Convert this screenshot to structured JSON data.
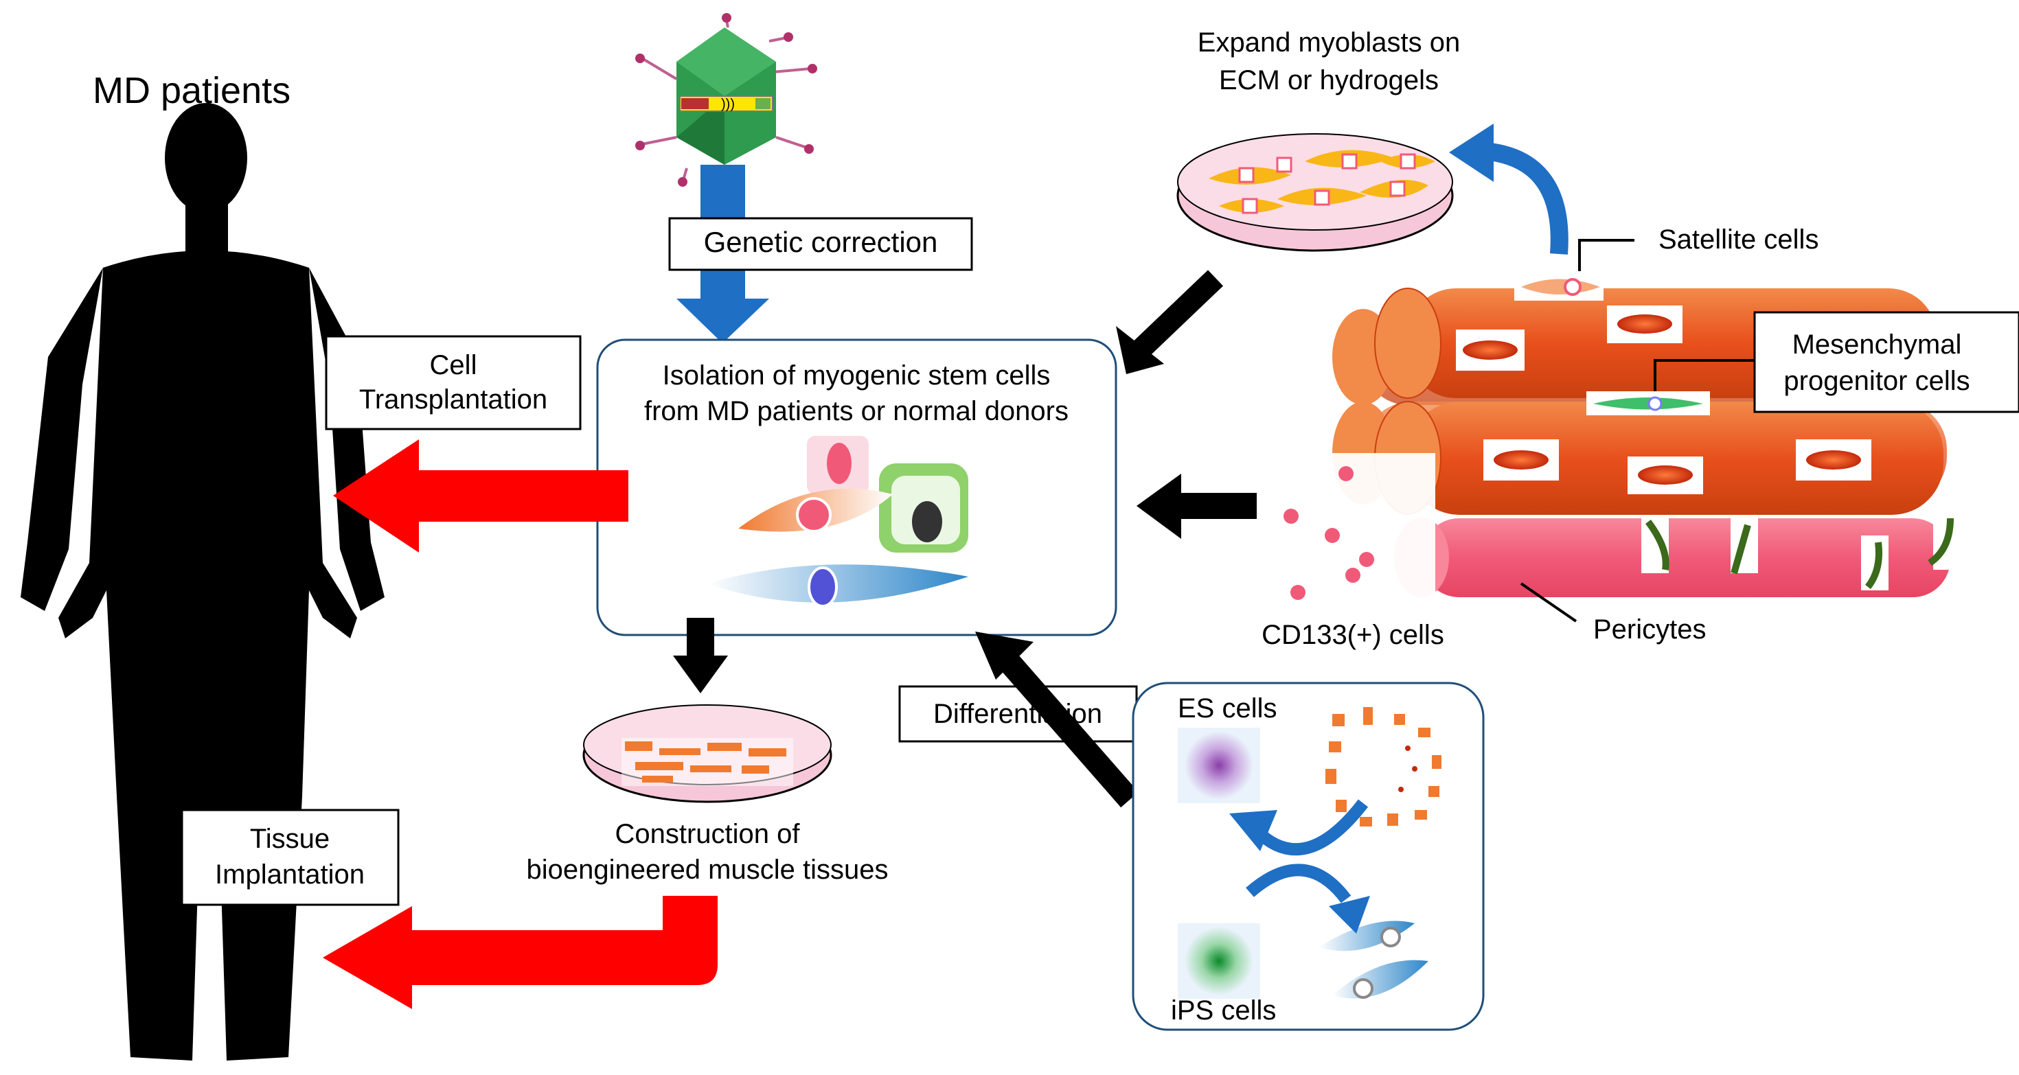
{
  "labels": {
    "md_patients": "MD patients",
    "genetic_correction": "Genetic correction",
    "cell_transplantation": [
      "Cell",
      "Transplantation"
    ],
    "tissue_implantation": [
      "Tissue",
      "Implantation"
    ],
    "isolation": [
      "Isolation of myogenic stem cells",
      "from MD patients or normal donors"
    ],
    "construction": [
      "Construction of",
      "bioengineered muscle tissues"
    ],
    "expand_myoblasts": [
      "Expand myoblasts on",
      "ECM or hydrogels"
    ],
    "satellite_cells": "Satellite cells",
    "mesenchymal": [
      "Mesenchymal",
      "progenitor cells"
    ],
    "cd133": "CD133(+) cells",
    "pericytes": "Pericytes",
    "differentiation": "Differentiation",
    "es_cells": "ES cells",
    "ips_cells": "iPS cells"
  },
  "colors": {
    "red_arrow": "#ff0000",
    "blue_arrow": "#1f6fc4",
    "black_arrow": "#000000",
    "silhouette": "#000000",
    "box_border": "#1f4e79",
    "fiber_orange": "#e8501c",
    "fiber_pink": "#f05a78",
    "dish_pink": "#f6c7d8",
    "virus_green": "#2e9b4e"
  }
}
